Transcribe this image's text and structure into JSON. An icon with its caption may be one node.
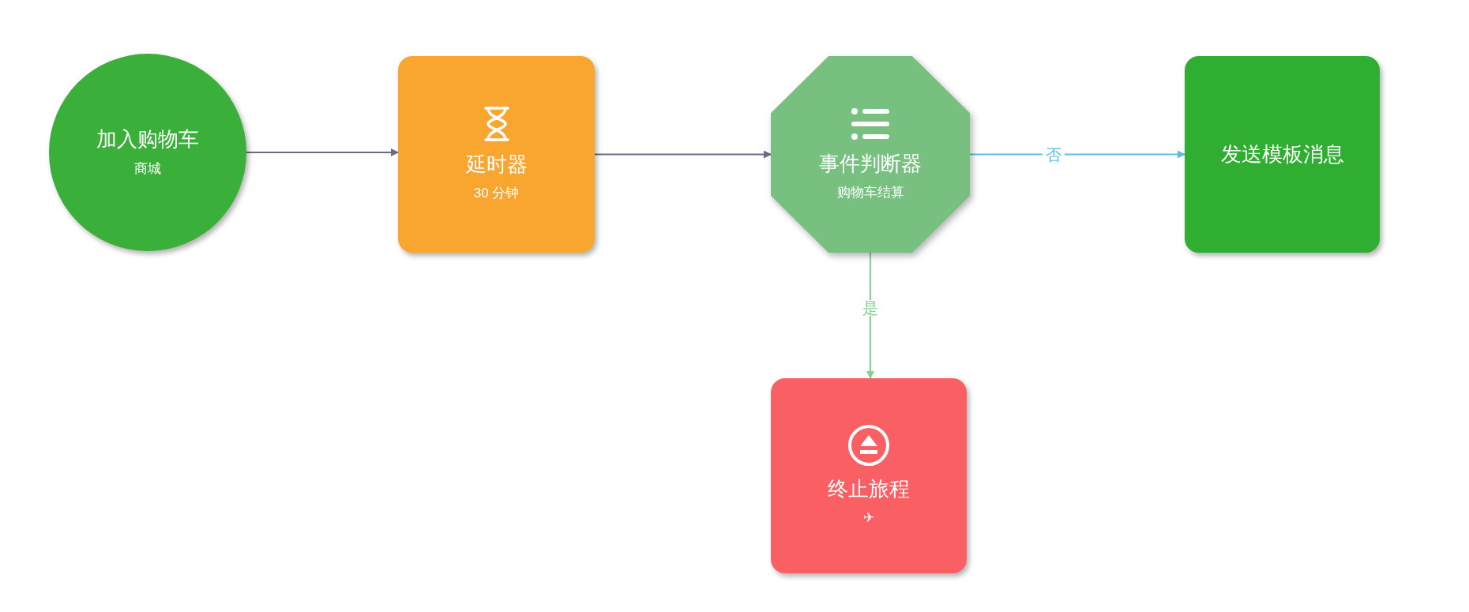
{
  "diagram": {
    "nodes": [
      {
        "text": [
          "加入购物车",
          "商城"
        ]
      },
      {
        "text": [
          "延时器",
          "30 分钟"
        ]
      },
      {
        "text": [
          "事件判断器",
          "购物车结算"
        ]
      },
      {
        "text": [
          "发送模板消息"
        ]
      },
      {
        "text": [
          "终止旅程",
          "✈"
        ]
      }
    ],
    "edges": [
      {
        "from": 0,
        "to": 1,
        "arrow": "to"
      },
      {
        "from": 1,
        "to": 2,
        "arrow": "to"
      },
      {
        "from": 2,
        "to": 3,
        "arrow": "to",
        "label": "否",
        "color": "#5bbfdc"
      },
      {
        "from": 2,
        "to": 4,
        "arrow": "to",
        "label": "是",
        "color": "#82d38d"
      }
    ]
  }
}
